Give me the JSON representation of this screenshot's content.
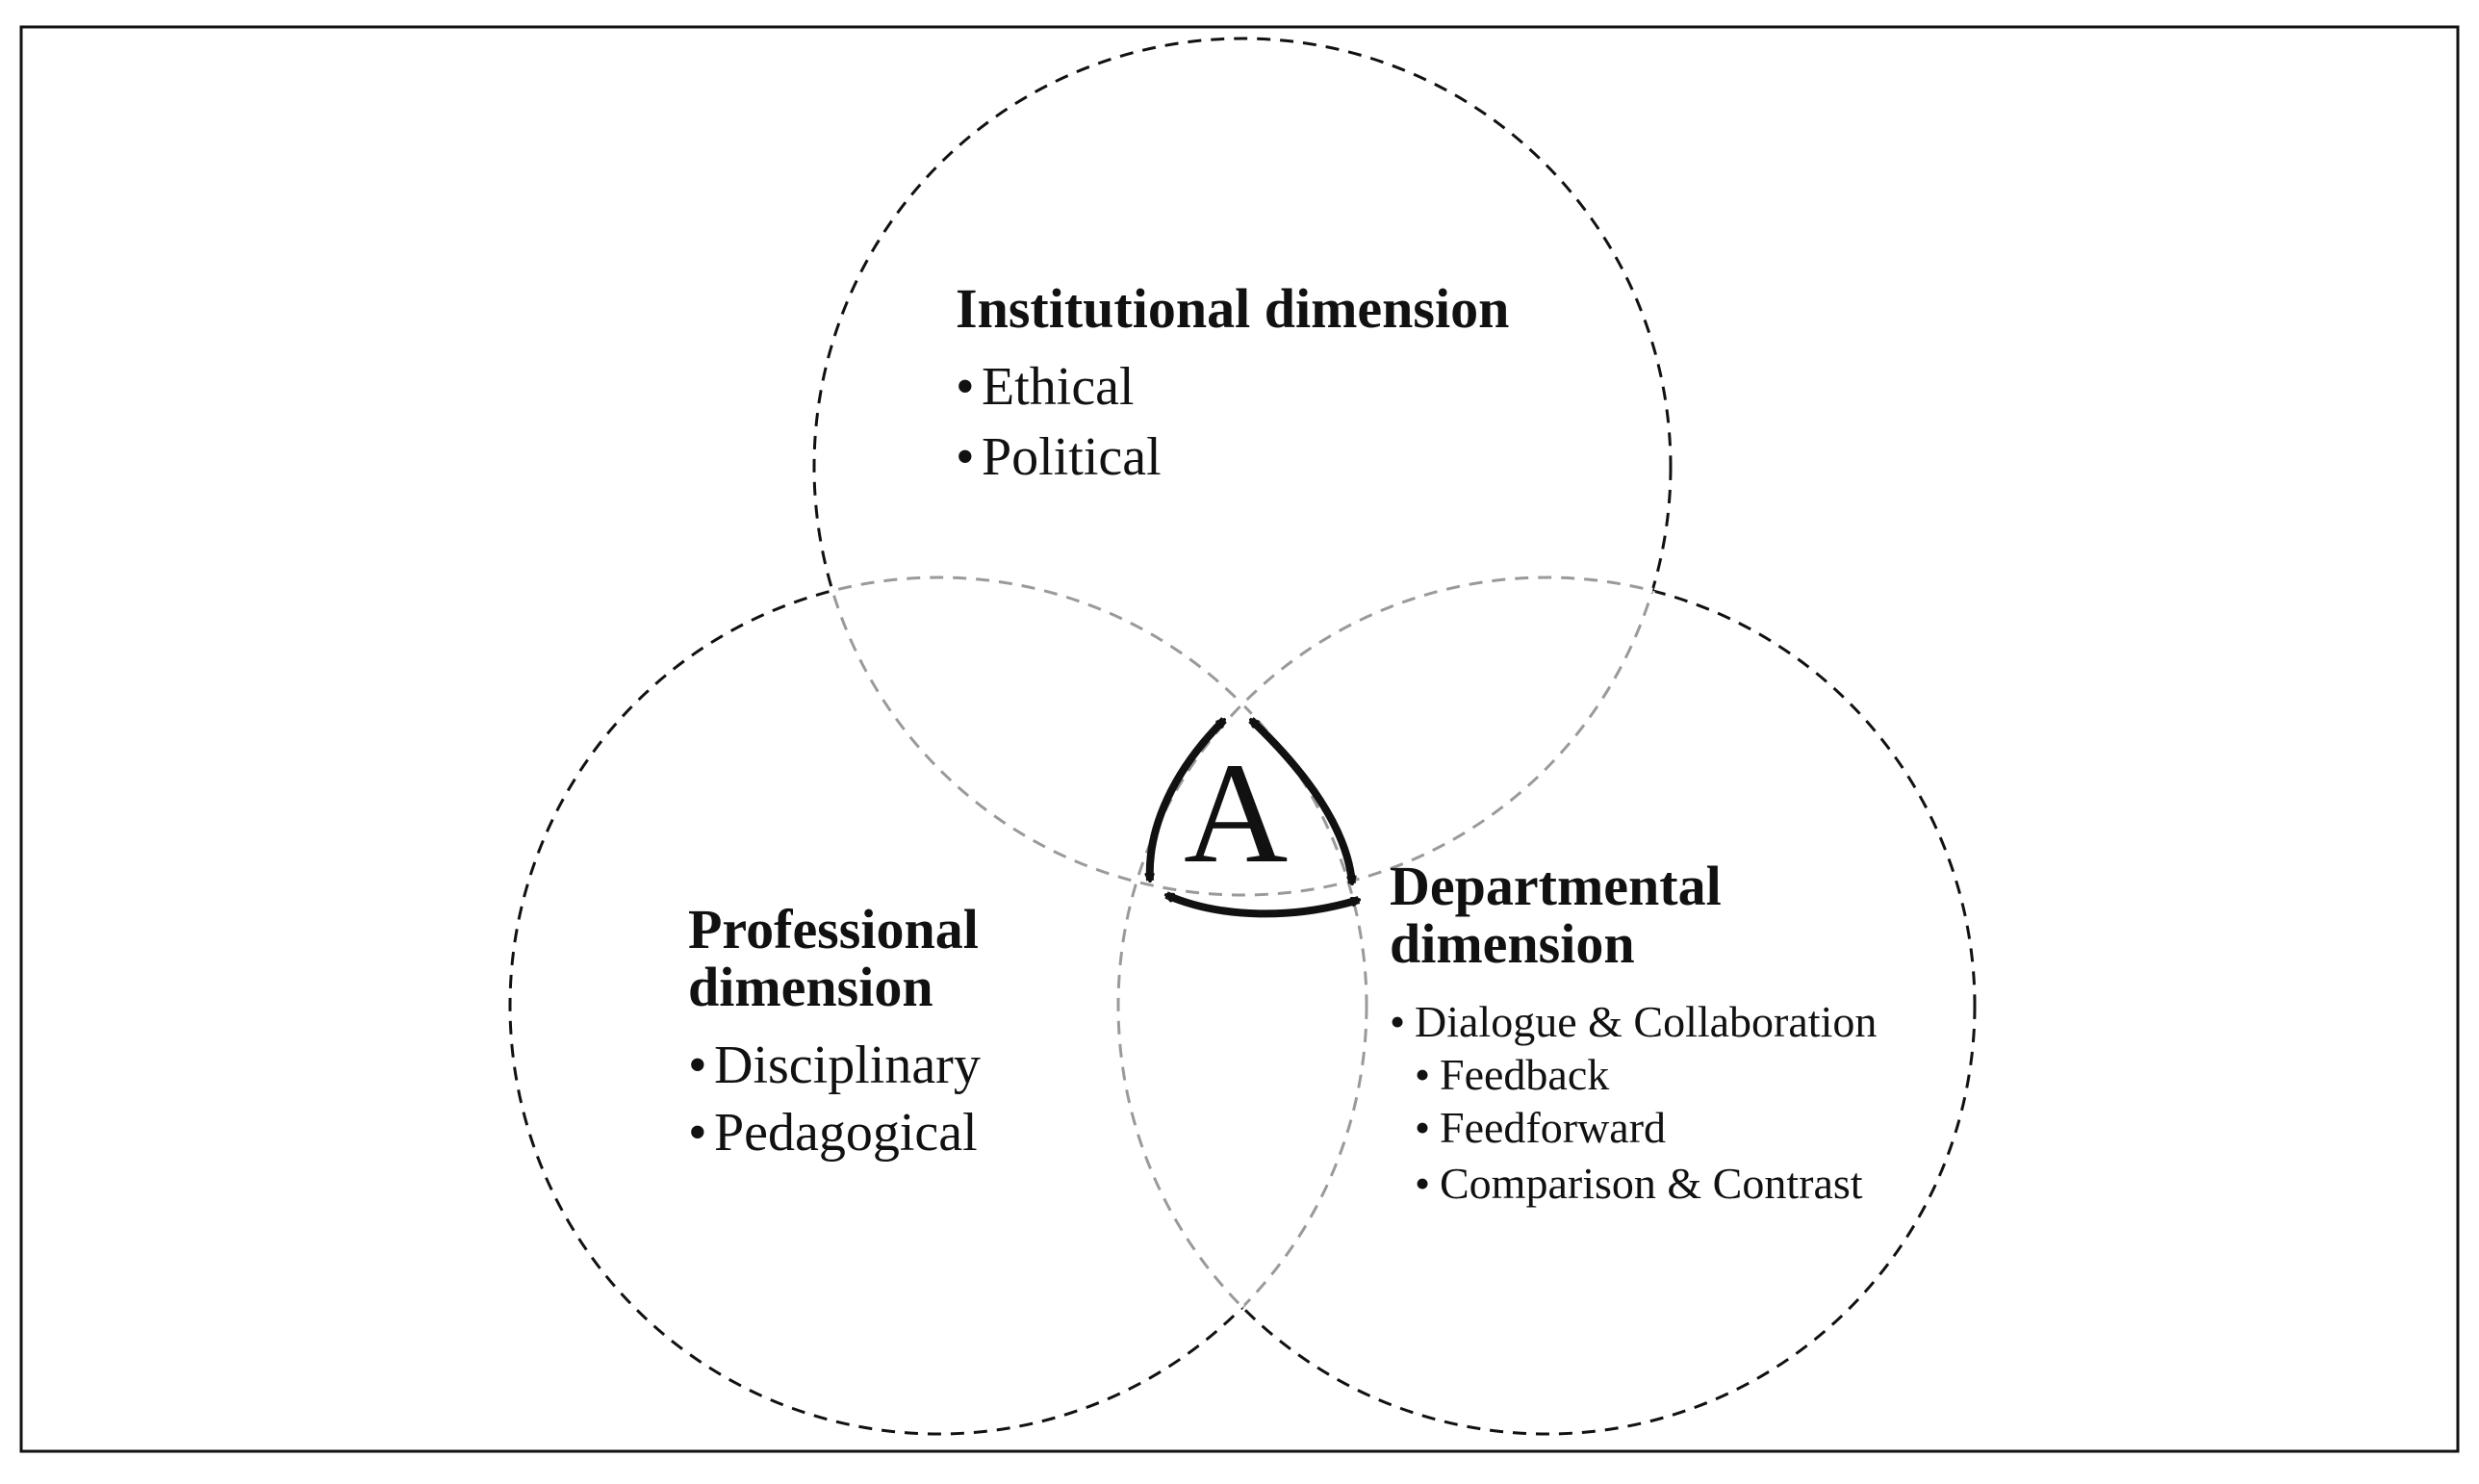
{
  "diagram": {
    "center_label": "A",
    "institutional": {
      "title": "Institutional dimension",
      "items": [
        "Ethical",
        "Political"
      ]
    },
    "professional": {
      "title_line1": "Professional",
      "title_line2": "dimension",
      "items": [
        "Disciplinary",
        "Pedagogical"
      ]
    },
    "departmental": {
      "title_line1": "Departmental",
      "title_line2": "dimension",
      "items": [
        "Dialogue & Collaboration"
      ],
      "subitems": [
        "Feedback",
        "Feedforward",
        "Comparison & Contrast"
      ]
    }
  },
  "colors": {
    "stroke": "#111111",
    "inner_stroke": "#9a9a9a",
    "text": "#111111"
  }
}
